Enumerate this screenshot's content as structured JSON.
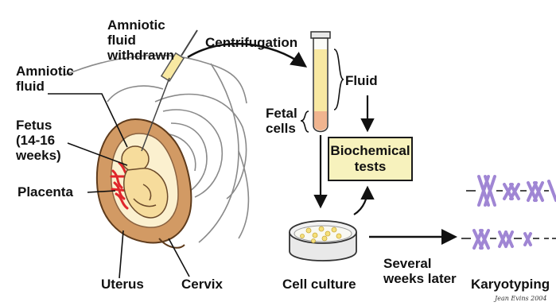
{
  "labels": {
    "amniotic_fluid_withdrawn": "Amniotic\nfluid\nwithdrawn",
    "amniotic_fluid": "Amniotic\nfluid",
    "fetus": "Fetus\n(14-16\nweeks)",
    "placenta": "Placenta",
    "uterus": "Uterus",
    "cervix": "Cervix",
    "centrifugation": "Centrifugation",
    "fluid": "Fluid",
    "fetal_cells": "Fetal\ncells",
    "biochemical_tests": "Biochemical\ntests",
    "cell_culture": "Cell culture",
    "several_weeks_later": "Several\nweeks later",
    "karyotyping": "Karyotyping"
  },
  "credit": "Jean Evins 2004",
  "colors": {
    "uterus_wall": "#d29a64",
    "uterus_outline": "#5e3b1c",
    "amniotic_fluid": "#fbf0cf",
    "fetus": "#f6dc9c",
    "placenta": "#e0262b",
    "tube_fluid": "#f8e8a2",
    "tube_cells": "#f0b48f",
    "box_fill": "#f7f2bd",
    "chromosome": "#a086d4",
    "dish": "#e9e9e9"
  }
}
